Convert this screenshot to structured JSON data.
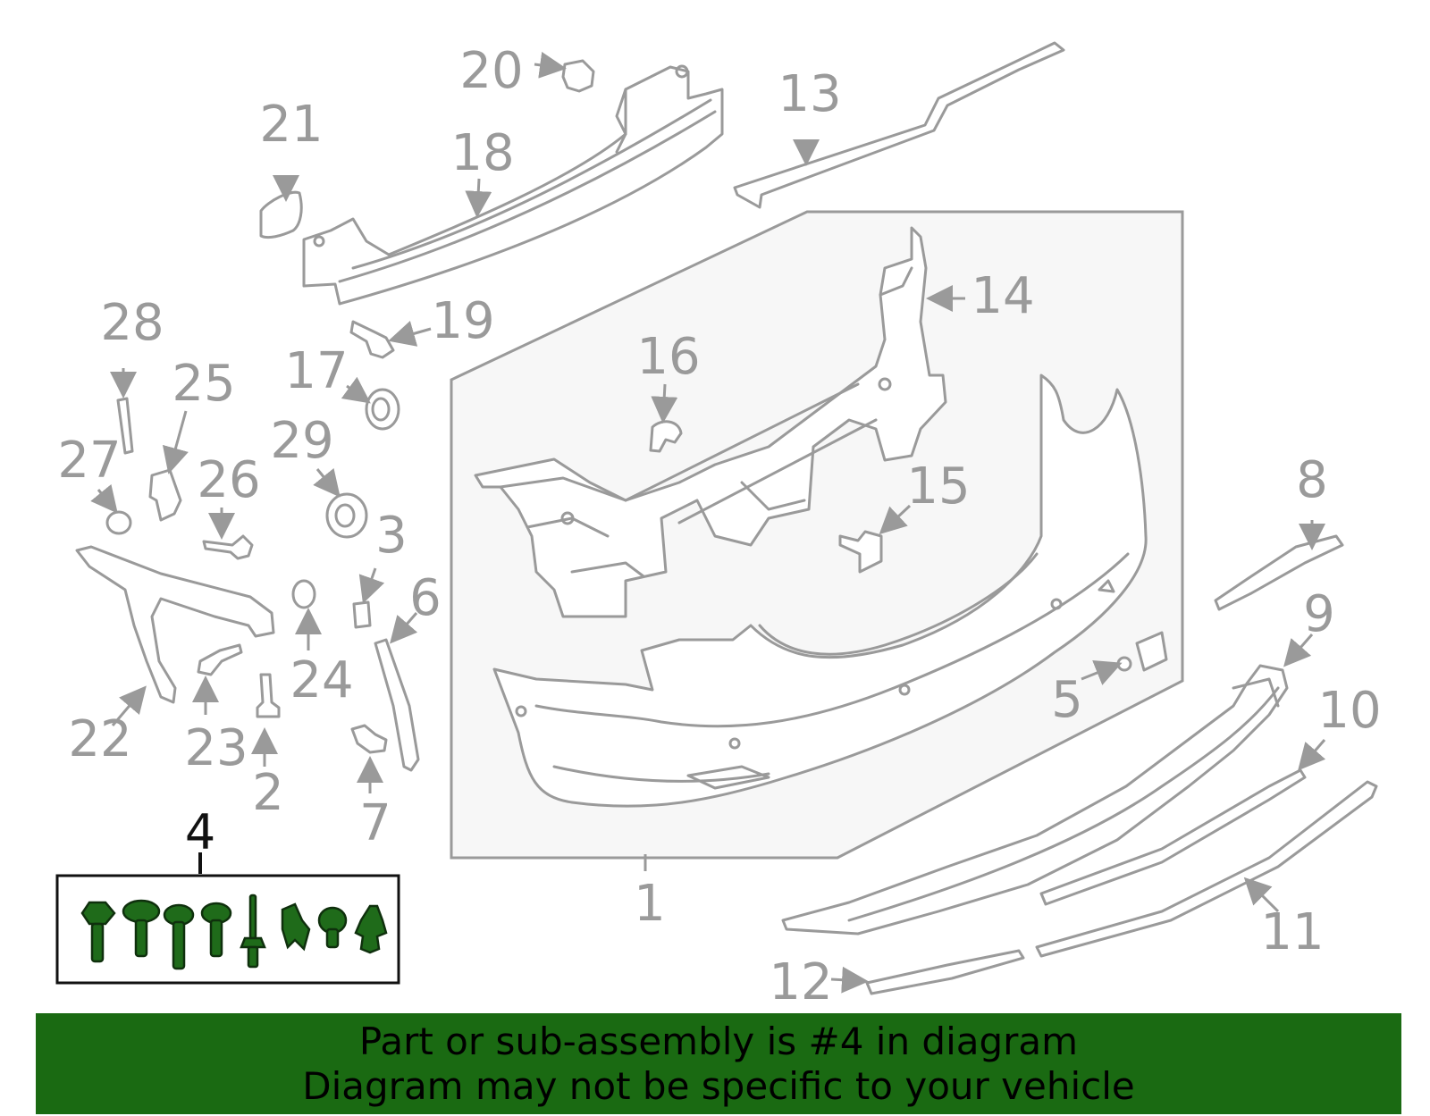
{
  "callouts": {
    "c1": "1",
    "c2": "2",
    "c3": "3",
    "c4": "4",
    "c5": "5",
    "c6": "6",
    "c7": "7",
    "c8": "8",
    "c9": "9",
    "c10": "10",
    "c11": "11",
    "c12": "12",
    "c13": "13",
    "c14": "14",
    "c15": "15",
    "c16": "16",
    "c17": "17",
    "c18": "18",
    "c19": "19",
    "c20": "20",
    "c21": "21",
    "c22": "22",
    "c23": "23",
    "c24": "24",
    "c25": "25",
    "c26": "26",
    "c27": "27",
    "c28": "28",
    "c29": "29"
  },
  "highlighted_part": "4",
  "colors": {
    "line_art": "#9a9a9a",
    "highlight_green": "#1f6b1a",
    "banner_green": "#1a6a12",
    "panel_fill": "#f7f7f7"
  },
  "banner": {
    "line1": "Part or sub-assembly is #4 in diagram",
    "line2": "Diagram may not be specific to your vehicle"
  }
}
